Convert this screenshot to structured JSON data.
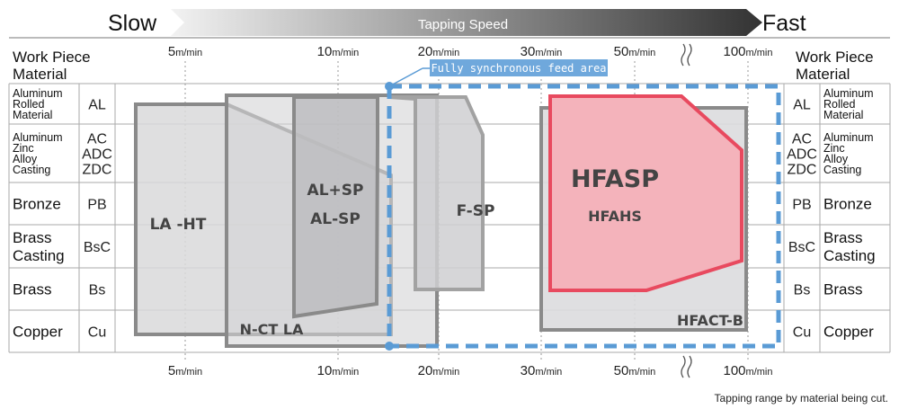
{
  "header": {
    "slow": "Slow",
    "fast": "Fast",
    "speed_title": "Tapping Speed",
    "work_piece_line1": "Work Piece",
    "work_piece_line2": "Material",
    "speeds": [
      {
        "n": "5",
        "u": "m/min"
      },
      {
        "n": "10",
        "u": "m/min"
      },
      {
        "n": "20",
        "u": "m/min"
      },
      {
        "n": "30",
        "u": "m/min"
      },
      {
        "n": "50",
        "u": "m/min"
      },
      {
        "n": "100",
        "u": "m/min"
      }
    ]
  },
  "materials": [
    {
      "name": [
        "Aluminum",
        "Rolled",
        "Material"
      ],
      "abbr": [
        "AL"
      ]
    },
    {
      "name": [
        "Aluminum",
        "Zinc",
        "Alloy",
        "Casting"
      ],
      "abbr": [
        "AC",
        "ADC",
        "ZDC"
      ]
    },
    {
      "name": [
        "Bronze"
      ],
      "abbr": [
        "PB"
      ]
    },
    {
      "name": [
        "Brass",
        "Casting"
      ],
      "abbr": [
        "BsC"
      ]
    },
    {
      "name": [
        "Brass"
      ],
      "abbr": [
        "Bs"
      ]
    },
    {
      "name": [
        "Copper"
      ],
      "abbr": [
        "Cu"
      ]
    }
  ],
  "sync_label": "Fully synchronous feed area",
  "products": {
    "la_ht": "LA -HT",
    "n_ct_la": "N-CT LA",
    "al_sp_plus": "AL+SP",
    "al_sp": "AL-SP",
    "f_sp": "F-SP",
    "hfasp": "HFASP",
    "hfahs": "HFAHS",
    "hfact_b": "HFACT-B"
  },
  "caption": "Tapping range by material being cut.",
  "colors": {
    "accent_red": "#e84a5f",
    "red_fill": "#f4b3bb",
    "sync_blue": "#5a9bd5",
    "label_blue": "#6fa8dc",
    "gray_stroke": "#8a8a8a"
  }
}
